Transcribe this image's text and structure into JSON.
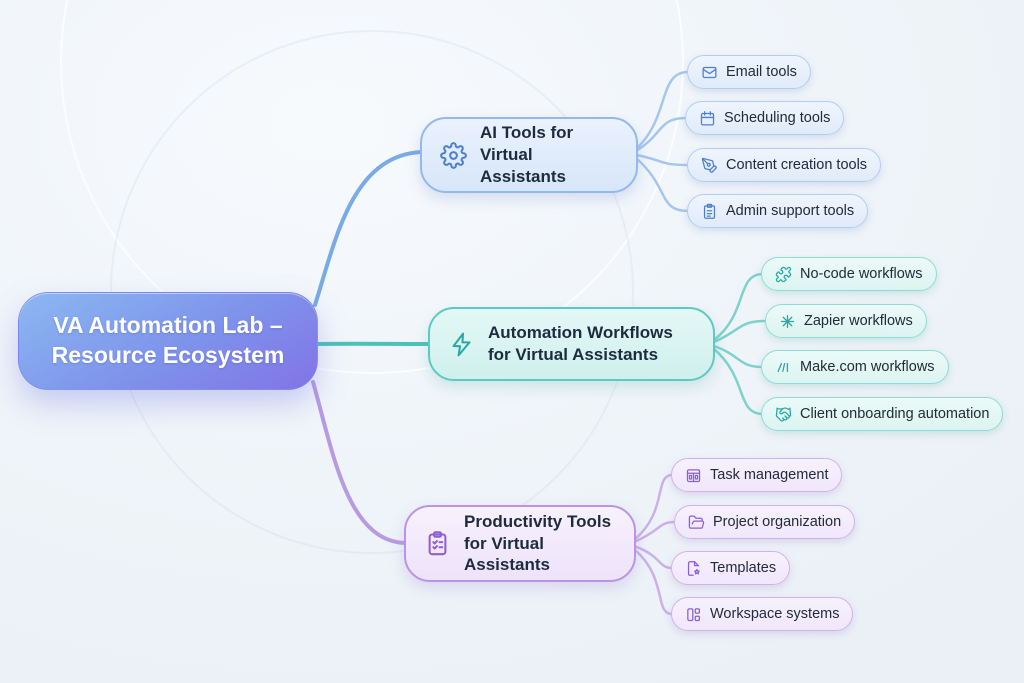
{
  "root": {
    "label": "VA Automation Lab – Resource Ecosystem"
  },
  "branches": [
    {
      "label": "AI Tools for Virtual Assistants",
      "icon": "gear-icon",
      "accent": "#4e80d1",
      "children": [
        {
          "label": "Email tools",
          "icon": "mail-icon"
        },
        {
          "label": "Scheduling tools",
          "icon": "calendar-icon"
        },
        {
          "label": "Content creation tools",
          "icon": "pen-icon"
        },
        {
          "label": "Admin support tools",
          "icon": "clipboard-icon"
        }
      ]
    },
    {
      "label": "Automation Workflows for Virtual Assistants",
      "icon": "lightning-icon",
      "accent": "#2aa8a2",
      "children": [
        {
          "label": "No-code workflows",
          "icon": "puzzle-icon"
        },
        {
          "label": "Zapier workflows",
          "icon": "zapier-asterisk-icon"
        },
        {
          "label": "Make.com workflows",
          "icon": "make-logo-icon"
        },
        {
          "label": "Client onboarding automation",
          "icon": "handshake-icon"
        }
      ]
    },
    {
      "label": "Productivity Tools for Virtual Assistants",
      "icon": "clipboard-check-icon",
      "accent": "#8f5ed2",
      "children": [
        {
          "label": "Task management",
          "icon": "kanban-icon"
        },
        {
          "label": "Project organization",
          "icon": "folder-open-icon"
        },
        {
          "label": "Templates",
          "icon": "file-star-icon"
        },
        {
          "label": "Workspace systems",
          "icon": "layout-icon"
        }
      ]
    }
  ],
  "colors": {
    "root_gradient_start": "#8cb8f1",
    "root_gradient_end": "#8273e6",
    "accent_blue": "#4e80d1",
    "accent_teal": "#2aa8a2",
    "accent_purple": "#8f5ed2",
    "connector_blue": "#79abe7",
    "connector_teal": "#4cc1bb",
    "connector_purple": "#b89ae2"
  }
}
